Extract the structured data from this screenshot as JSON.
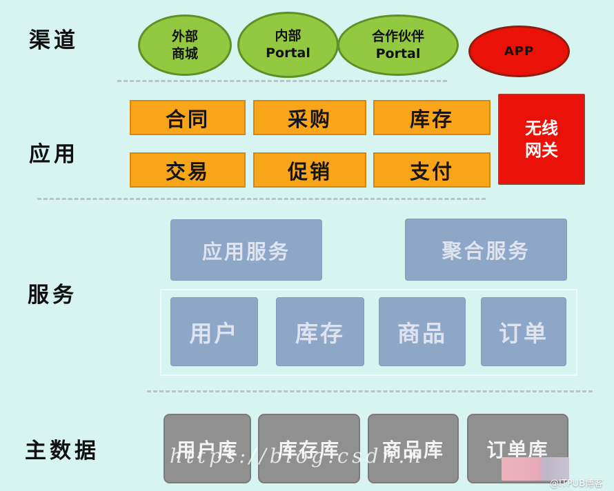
{
  "colors": {
    "background": "#d7f4f0",
    "channel_green": "#93c940",
    "channel_green_border": "#5e9027",
    "red": "#ea1108",
    "orange": "#f9a51a",
    "service_blue": "#8fa7c6",
    "datastore_gray": "#909090"
  },
  "channels": {
    "label": "渠道",
    "ellipses": [
      {
        "text": "外部\n商城"
      },
      {
        "text": "内部\nPortal"
      },
      {
        "text": "合作伙伴\nPortal"
      }
    ],
    "app": "APP"
  },
  "applications": {
    "label": "应用",
    "row1": [
      "合同",
      "采购",
      "库存"
    ],
    "row2": [
      "交易",
      "促销",
      "支付"
    ],
    "gateway": "无线\n网关"
  },
  "services": {
    "label": "服务",
    "top": [
      "应用服务",
      "聚合服务"
    ],
    "domains": [
      "用户",
      "库存",
      "商品",
      "订单"
    ]
  },
  "master_data": {
    "label": "主数据",
    "stores": [
      "用户库",
      "库存库",
      "商品库",
      "订单库"
    ]
  },
  "watermark": "https://blog.csdn.n",
  "badge": "@ITPUB博客"
}
